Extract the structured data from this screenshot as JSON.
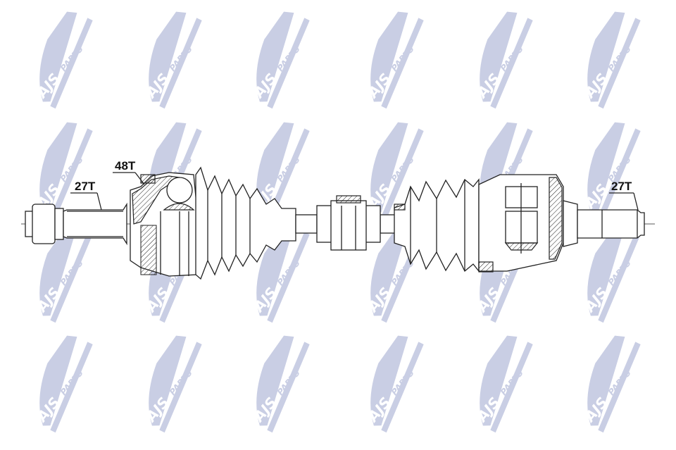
{
  "watermark": {
    "brand": "AJS",
    "suffix": "PARTS",
    "color": "#c9cee4"
  },
  "drawing": {
    "title": "Drive shaft",
    "labels": {
      "outer_joint_teeth": "48T",
      "left_spline_teeth": "27T",
      "right_spline_teeth": "27T"
    }
  }
}
